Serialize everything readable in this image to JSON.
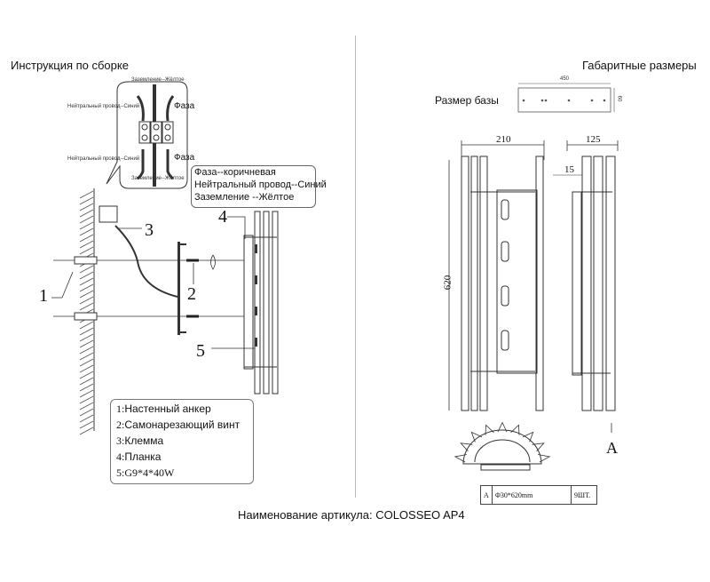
{
  "left_panel": {
    "title": "Инструкция по сборке",
    "wiring_inset": {
      "ground_top": "Заземление--Жёлтое",
      "ground_bottom": "Заземление--Жёлтое",
      "neutral_top": "Нейтральный провод--Синий",
      "neutral_bottom": "Нейтральный провод--Синий",
      "phase_top": "Фаза",
      "phase_bottom": "Фаза"
    },
    "wire_colors": [
      "Фаза--коричневая",
      "Нейтральный провод--Синий",
      "Заземление --Жёлтое"
    ],
    "callouts": [
      "1",
      "2",
      "3",
      "4",
      "5"
    ],
    "legend": [
      {
        "num": "1:",
        "label": "Настенный анкер"
      },
      {
        "num": "2:",
        "label": "Самонарезающий винт"
      },
      {
        "num": "3:",
        "label": "Клемма"
      },
      {
        "num": "4:",
        "label": "Планка"
      },
      {
        "num": "5:",
        "label": "G9*4*40W"
      }
    ]
  },
  "right_panel": {
    "title": "Габаритные размеры",
    "base_label": "Размер базы",
    "base_width": "450",
    "base_height": "60",
    "dim_width": "210",
    "dim_depth": "125",
    "dim_offset": "15",
    "dim_height": "620",
    "view_label": "A",
    "spec_table": {
      "marker": "A",
      "size": "Φ30*620mm",
      "qty": "9ШТ."
    }
  },
  "footer": {
    "article_label": "Наименование артикула: COLOSSEO AP4"
  },
  "colors": {
    "line": "#222222",
    "background": "#ffffff"
  }
}
